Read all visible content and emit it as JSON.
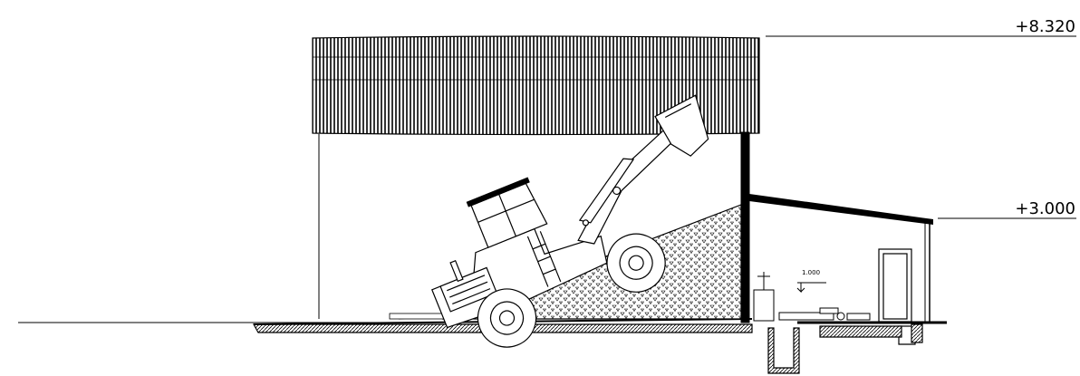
{
  "levels": {
    "top": "+8.320",
    "eave": "+3.000",
    "floor_mark": "1.000"
  },
  "colors": {
    "line": "#000000",
    "background": "#ffffff"
  },
  "icons": [
    "wheel-loader-icon",
    "corrugated-roof",
    "hatched-ramp",
    "door",
    "pit"
  ]
}
